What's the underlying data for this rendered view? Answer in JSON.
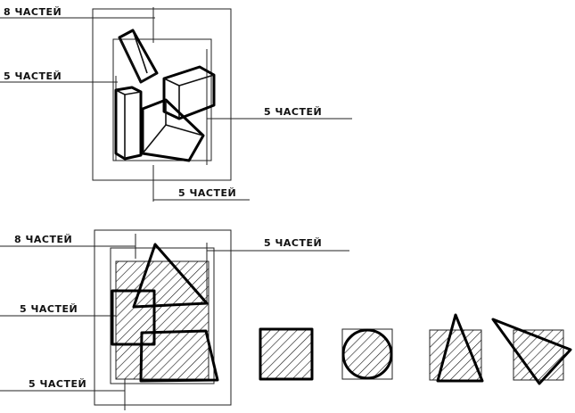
{
  "labels": {
    "top_8": "8 ЧАСТЕЙ",
    "top_5_left": "5 ЧАСТЕЙ",
    "top_5_right": "5 ЧАСТЕЙ",
    "top_5_bottom": "5 ЧАСТЕЙ",
    "bottom_8": "8 ЧАСТЕЙ",
    "bottom_5_right": "5 ЧАСТЕЙ",
    "bottom_5_left": "5 ЧАСТЕЙ",
    "bottom_5_bottom": "5 ЧАСТЕЙ"
  },
  "shapes": [
    "square-icon",
    "circle-icon",
    "triangle-icon",
    "rotated-triangle-icon"
  ],
  "colors": {
    "ink": "#111111",
    "paper": "#ffffff"
  }
}
